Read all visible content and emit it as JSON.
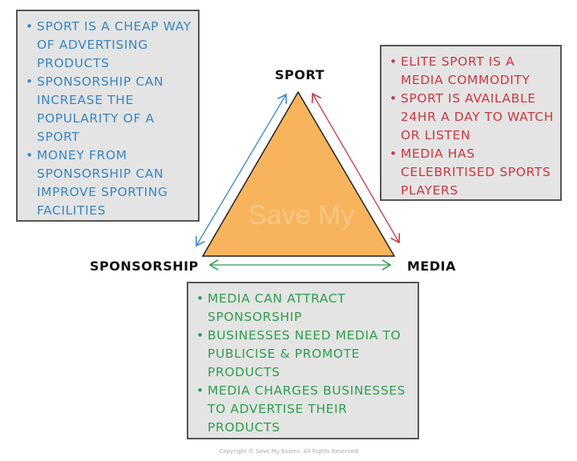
{
  "nodes": {
    "sport": "SPORT",
    "sponsorship": "SPONSORSHIP",
    "media": "MEDIA"
  },
  "boxes": {
    "sport_sponsorship": [
      "SPORT IS A CHEAP WAY OF ADVERTISING PRODUCTS",
      "SPONSORSHIP CAN INCREASE THE POPULARITY OF A SPORT",
      "MONEY FROM SPONSORSHIP CAN IMPROVE SPORTING FACILITIES"
    ],
    "sport_media": [
      "ELITE SPORT IS A MEDIA COMMODITY",
      "SPORT IS AVAILABLE 24HR A DAY TO WATCH OR LISTEN",
      "MEDIA HAS CELEBRITISED SPORTS PLAYERS"
    ],
    "media_sponsorship": [
      "MEDIA CAN ATTRACT SPONSORSHIP",
      "BUSINESSES NEED MEDIA TO PUBLICISE & PROMOTE PRODUCTS",
      "MEDIA CHARGES BUSINESSES TO ADVERTISE THEIR PRODUCTS"
    ]
  },
  "colors": {
    "triangle": "#f8b45c",
    "blue": "#3a86c0",
    "red": "#c9383f",
    "green": "#2f9e4f"
  },
  "watermark": "Save My Exams",
  "copyright": "Copyright © Save My Exams. All Rights Reserved"
}
